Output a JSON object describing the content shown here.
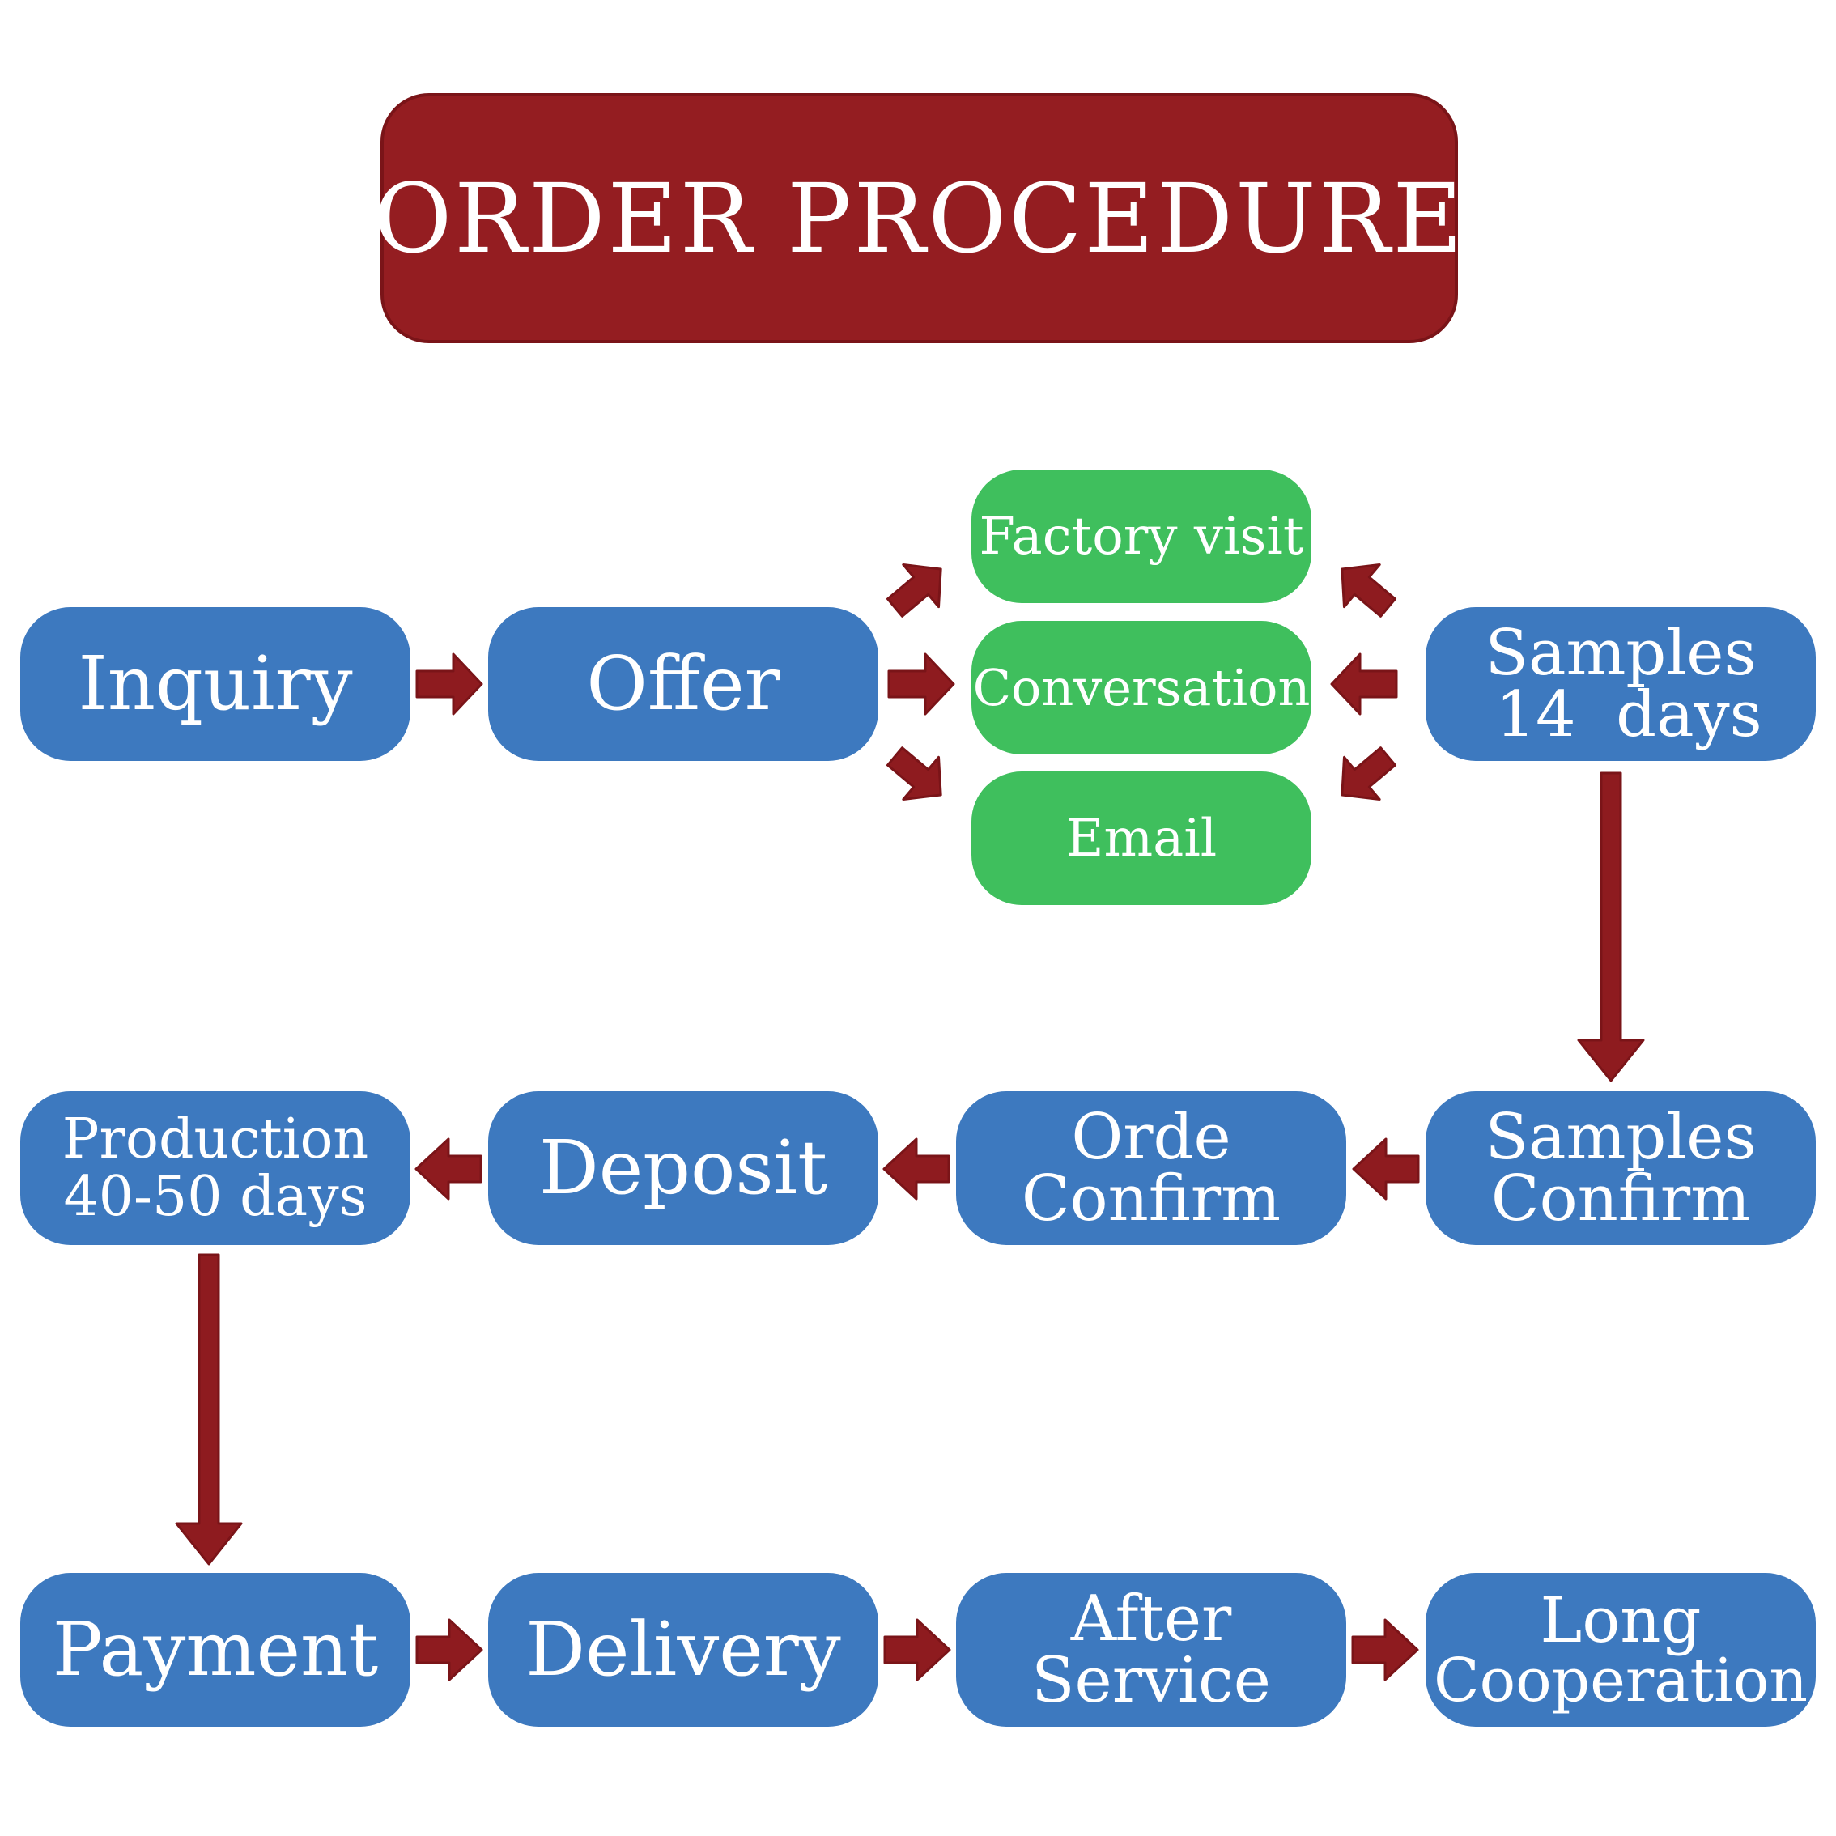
{
  "title": "ORDER PROCEDURE",
  "colors": {
    "title_bg": "#941d21",
    "step_bg": "#3d79bf",
    "channel_bg": "#3fbf5d",
    "arrow": "#8e1b1f",
    "text": "#ffffff"
  },
  "steps": {
    "inquiry": "Inquiry",
    "offer": "Offer",
    "samples_days": [
      "Samples",
      "14  days"
    ],
    "samples_confirm": [
      "Samples",
      "Confirm"
    ],
    "orde_confirm": [
      "Orde",
      "Confirm"
    ],
    "deposit": "Deposit",
    "production": [
      "Production",
      "40-50 days"
    ],
    "payment": "Payment",
    "delivery": "Delivery",
    "after_service": [
      "After",
      "Service"
    ],
    "long_cooperation": [
      "Long",
      "Cooperation"
    ]
  },
  "channels": {
    "factory_visit": "Factory visit",
    "conversation": "Conversation",
    "email": "Email"
  }
}
